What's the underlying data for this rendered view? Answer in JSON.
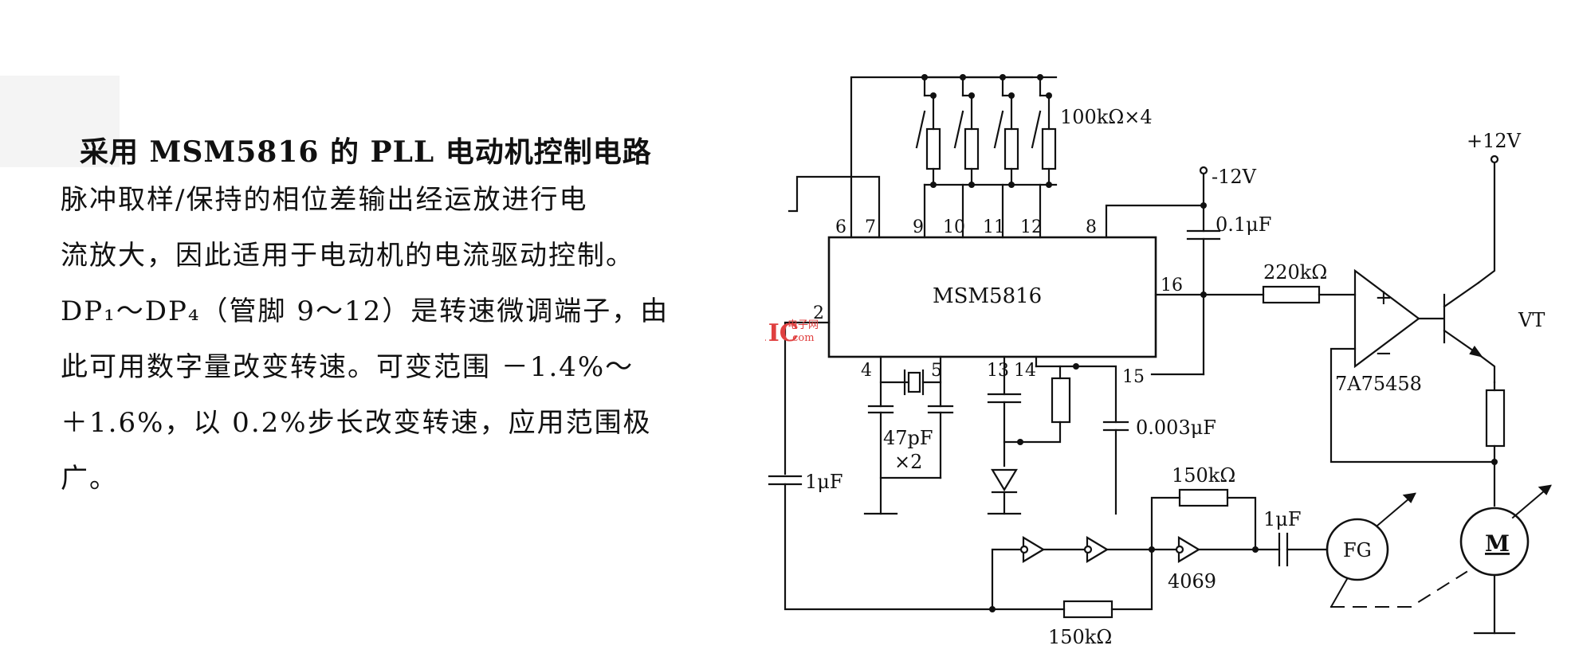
{
  "article": {
    "title": "采用 MSM5816 的 PLL 电动机控制电路",
    "lines": [
      "脉冲取样/保持的相位差输出经运放进行电",
      "流放大，因此适用于电动机的电流驱动控制。",
      "DP₁～DP₄（管脚 9～12）是转速微调端子，由",
      "此可用数字量改变转速。可变范围 －1.4%～",
      "＋1.6%，以 0.2%步长改变转速，应用范围极",
      "广。"
    ]
  },
  "diagram": {
    "ic_label": "MSM5816",
    "pins": {
      "p6": "6",
      "p7": "7",
      "p9": "9",
      "p10": "10",
      "p11": "11",
      "p12": "12",
      "p8": "8",
      "p2": "2",
      "p16": "16",
      "p4": "4",
      "p5": "5",
      "p13": "13",
      "p14": "14",
      "p15": "15"
    },
    "labels": {
      "res_array": "100kΩ×4",
      "supply_neg": "-12V",
      "cap_01": "0.1μF",
      "res_220k": "220kΩ",
      "supply_pos": "+12V",
      "transistor": "VT",
      "opamp": "7A75458",
      "cap_47p": "47pF",
      "cap_47p_mult": "×2",
      "cap_0003": "0.003μF",
      "cap_1u_left": "1μF",
      "res_150k_top": "150kΩ",
      "cap_1u_right": "1μF",
      "fg": "FG",
      "inverter": "4069",
      "res_150k_bottom": "150kΩ",
      "motor": "M",
      "opamp_plus": "+",
      "opamp_minus": "−"
    },
    "watermark": {
      "brand": "21IC",
      "sub": "电子网",
      "domain": ".com"
    }
  }
}
